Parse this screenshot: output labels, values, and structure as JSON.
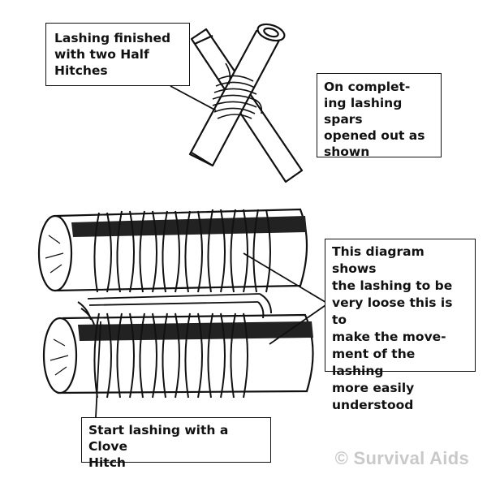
{
  "callouts": {
    "half_hitches": "Lashing finished\nwith two Half\nHitches",
    "spars_opened": "On complet-\ning lashing spars\nopened out as\nshown",
    "loose_lashing": "This diagram shows\nthe lashing to be\nvery loose this is to\nmake the move-\nment of the lashing\nmore easily\nunderstood",
    "clove_hitch": "Start lashing with a Clove\nHitch"
  },
  "credit": "© Survival Aids",
  "colors": {
    "ink": "#111111",
    "watermark": "#c9c9c9",
    "background": "#ffffff"
  }
}
